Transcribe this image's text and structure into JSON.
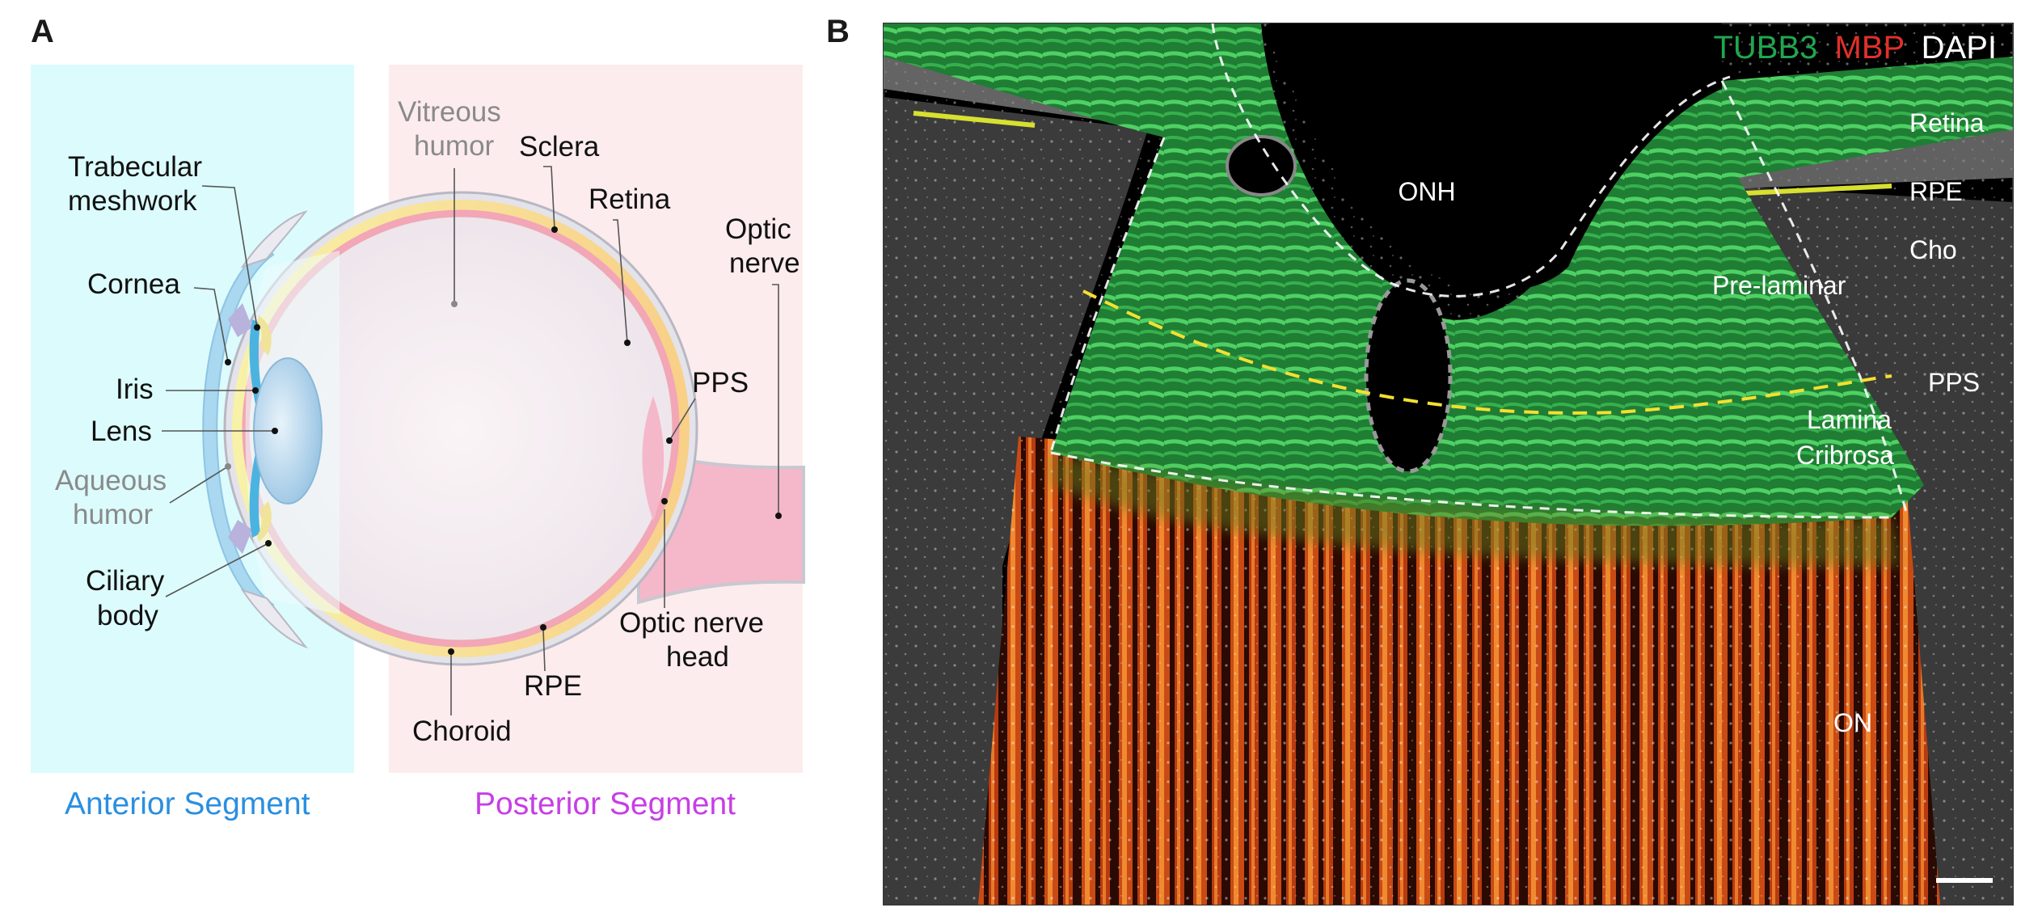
{
  "panel_a": {
    "panel_label": "A",
    "labels": {
      "trabecular_meshwork_1": "Trabecular",
      "trabecular_meshwork_2": "meshwork",
      "cornea": "Cornea",
      "iris": "Iris",
      "lens": "Lens",
      "aqueous_humor_1": "Aqueous",
      "aqueous_humor_2": "humor",
      "ciliary_body_1": "Ciliary",
      "ciliary_body_2": "body",
      "vitreous_humor_1": "Vitreous",
      "vitreous_humor_2": "humor",
      "sclera": "Sclera",
      "retina": "Retina",
      "optic_nerve_1": "Optic",
      "optic_nerve_2": "nerve",
      "pps": "PPS",
      "optic_nerve_head_1": "Optic nerve",
      "optic_nerve_head_2": "head",
      "rpe": "RPE",
      "choroid": "Choroid"
    },
    "segments": {
      "anterior": "Anterior Segment",
      "posterior": "Posterior Segment"
    },
    "colors": {
      "anterior_bg": "#dcfbfc",
      "posterior_bg": "#fdeced",
      "anterior_text": "#2a8fe0",
      "posterior_text": "#c73ee6"
    }
  },
  "panel_b": {
    "panel_label": "B",
    "legend": {
      "tubb3": "TUBB3",
      "mbp": "MBP",
      "dapi": "DAPI"
    },
    "labels": {
      "onh": "ONH",
      "retina": "Retina",
      "rpe": "RPE",
      "cho": "Cho",
      "pre_laminar": "Pre-laminar",
      "pps": "PPS",
      "lamina_1": "Lamina",
      "lamina_2": "Cribrosa",
      "on": "ON"
    },
    "colors": {
      "tubb3": "#1ea84e",
      "mbp": "#e0302a",
      "dapi": "#ffffff",
      "background": "#000000"
    }
  }
}
